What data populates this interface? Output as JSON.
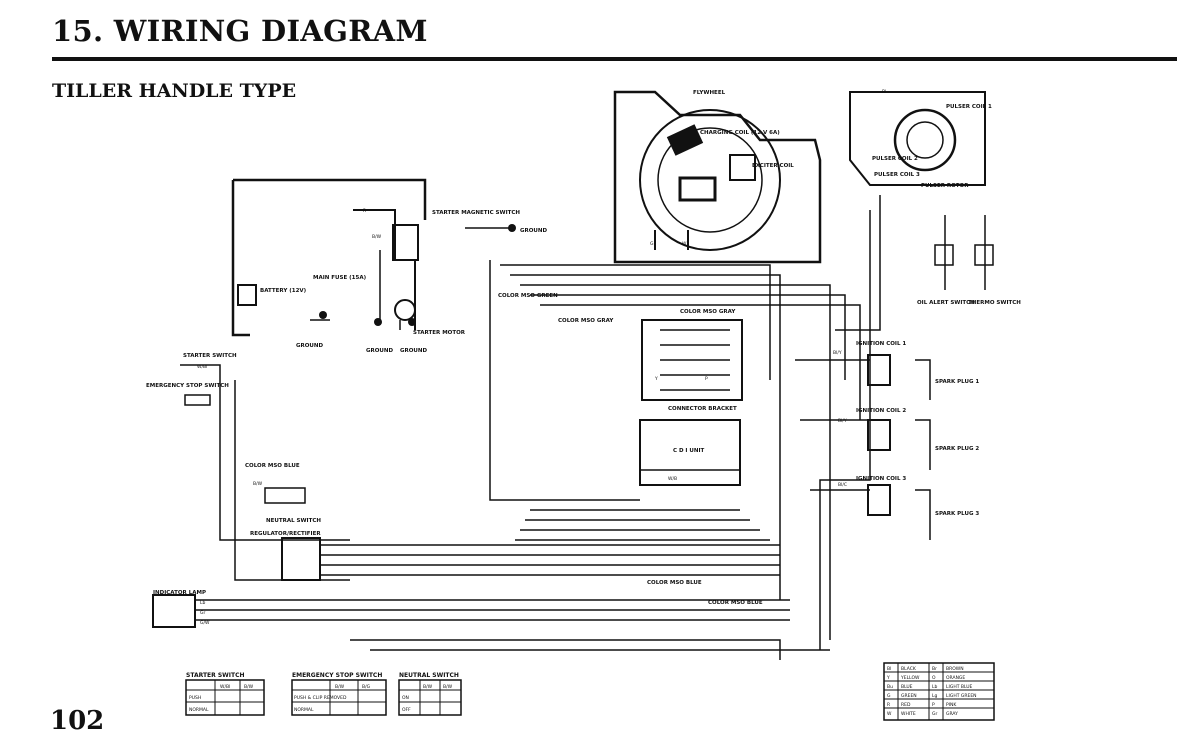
{
  "header": {
    "section_title": "15. WIRING DIAGRAM",
    "subtitle": "TILLER HANDLE TYPE"
  },
  "page_number": "102",
  "components": {
    "flywheel": "FLYWHEEL",
    "charging_coil": "CHARGING COIL (12 V 6A)",
    "exciter_coil": "EXCITER COIL",
    "pulser_coil_1": "PULSER COIL 1",
    "pulser_coil_2": "PULSER COIL 2",
    "pulser_coil_3": "PULSER COIL 3",
    "pulser_rotor": "PULSER ROTOR",
    "starter_magnetic_switch": "STARTER MAGNETIC SWITCH",
    "ground": "GROUND",
    "battery": "BATTERY (12V)",
    "main_fuse": "MAIN FUSE (15A)",
    "starter_motor": "STARTER MOTOR",
    "color_mso_green": "COLOR MSO GREEN",
    "color_mso_gray": "COLOR MSO GRAY",
    "color_mso_gray_2": "COLOR MSO GRAY",
    "connector_bracket": "CONNECTOR BRACKET",
    "cdi_unit": "C D I UNIT",
    "oil_alert_switch": "OIL ALERT SWITCH",
    "thermo_switch": "THERMO SWITCH",
    "ignition_coil_1": "IGNITION COIL 1",
    "ignition_coil_2": "IGNITION COIL 2",
    "ignition_coil_3": "IGNITION COIL 3",
    "spark_plug_1": "SPARK PLUG 1",
    "spark_plug_2": "SPARK PLUG 2",
    "spark_plug_3": "SPARK PLUG 3",
    "starter_switch": "STARTER SWITCH",
    "emergency_stop_switch": "EMERGENCY STOP SWITCH",
    "color_mso_blue": "COLOR MSO BLUE",
    "neutral_switch": "NEUTRAL SWITCH",
    "regulator_rectifier": "REGULATOR/RECTIFIER",
    "indicator_lamp": "INDICATOR LAMP",
    "color_mso_blue_2": "COLOR MSO BLUE",
    "color_mso_blue_3": "COLOR MSO BLUE"
  },
  "wire_labels": {
    "bi": "Bl",
    "r": "R",
    "g": "G",
    "w": "W",
    "y": "Y",
    "bw": "B/W",
    "bly": "Bl/Y",
    "bw2": "B/W",
    "bc": "Bl/C",
    "by": "Bl/Y",
    "lb": "Lb",
    "gr": "Gr",
    "gw": "G/W",
    "ww": "W/B",
    "wb": "W/Bl",
    "p": "P"
  },
  "switch_tables": {
    "starter": {
      "title": "STARTER SWITCH",
      "cols": [
        "W/Bl",
        "B/W"
      ],
      "rows": [
        "PUSH",
        "NORMAL"
      ]
    },
    "emergency": {
      "title": "EMERGENCY STOP SWITCH",
      "cols": [
        "B/W",
        "B/G"
      ],
      "rows": [
        "PUSH & CLIP REMOVED",
        "NORMAL"
      ]
    },
    "neutral": {
      "title": "NEUTRAL SWITCH",
      "cols": [
        "B/W",
        "B/W"
      ],
      "rows": [
        "ON",
        "OFF"
      ]
    }
  },
  "color_legend": [
    {
      "code": "Bl",
      "name": "BLACK",
      "code2": "Br",
      "name2": "BROWN"
    },
    {
      "code": "Y",
      "name": "YELLOW",
      "code2": "O",
      "name2": "ORANGE"
    },
    {
      "code": "Bu",
      "name": "BLUE",
      "code2": "Lb",
      "name2": "LIGHT BLUE"
    },
    {
      "code": "G",
      "name": "GREEN",
      "code2": "Lg",
      "name2": "LIGHT GREEN"
    },
    {
      "code": "R",
      "name": "RED",
      "code2": "P",
      "name2": "PINK"
    },
    {
      "code": "W",
      "name": "WHITE",
      "code2": "Gr",
      "name2": "GRAY"
    }
  ]
}
